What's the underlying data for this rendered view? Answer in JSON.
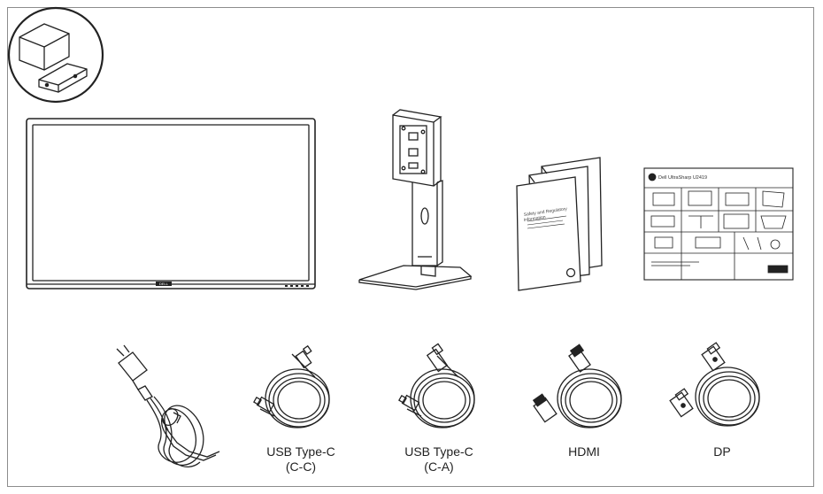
{
  "cables": {
    "usb_cc": {
      "line1": "USB Type-C",
      "line2": "(C-C)"
    },
    "usb_ca": {
      "line1": "USB Type-C",
      "line2": "(C-A)"
    },
    "hdmi": {
      "label": "HDMI"
    },
    "dp": {
      "label": "DP"
    }
  },
  "monitor": {
    "logo_text": "DELL"
  },
  "safety_doc": {
    "title_line1": "Safety and Regulatory",
    "title_line2": "Information"
  },
  "setup_guide": {
    "title": "Dell UltraSharp U2419"
  },
  "colors": {
    "line": "#222222",
    "frame": "#8c8c8c",
    "background": "#ffffff"
  }
}
